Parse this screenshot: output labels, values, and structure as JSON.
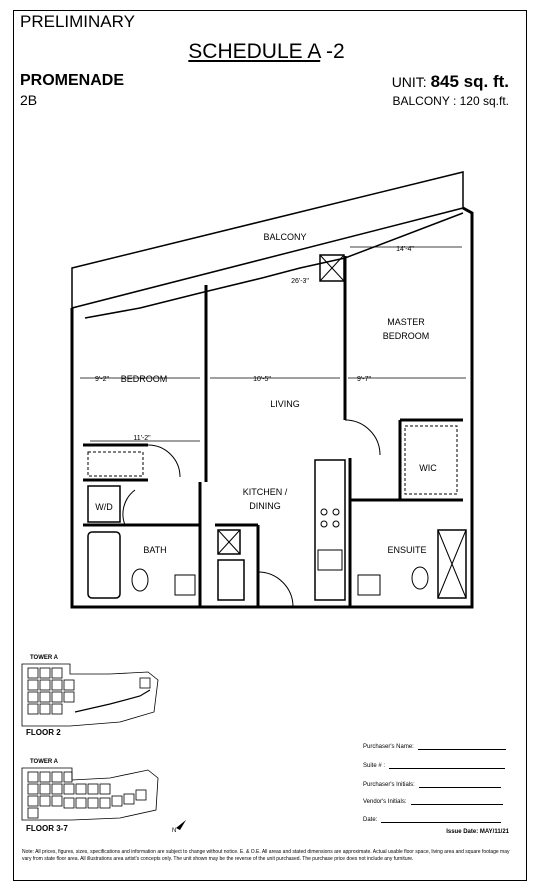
{
  "header": {
    "preliminary": "PRELIMINARY",
    "schedule_main": "SCHEDULE A",
    "schedule_suffix": " -2",
    "model_name": "PROMENADE",
    "suite_type": "2B",
    "unit_label": "UNIT: ",
    "unit_value": "845 sq. ft.",
    "balcony_area": "BALCONY : 120 sq.ft."
  },
  "rooms": {
    "balcony": "BALCONY",
    "master_bedroom_1": "MASTER",
    "master_bedroom_2": "BEDROOM",
    "bedroom": "BEDROOM",
    "living": "LIVING",
    "kitchen_1": "KITCHEN /",
    "kitchen_2": "DINING",
    "wd": "W/D",
    "bath": "BATH",
    "wic": "WIC",
    "ensuite": "ENSUITE"
  },
  "dimensions": {
    "balcony_width": "26'-3\"",
    "master_top": "14'-4\"",
    "bedroom_width": "9'-2\"",
    "living_width": "10'-5\"",
    "master_width": "9'-7\"",
    "bedroom_depth": "11'-2\""
  },
  "key_plans": {
    "tower_a_1": "TOWER A",
    "floor_2": "FLOOR 2",
    "tower_a_2": "TOWER A",
    "floor_3_7": "FLOOR 3-7",
    "north": "N"
  },
  "form": {
    "purchaser_name": "Purchaser's Name:",
    "suite_no": "Suite # :",
    "purchaser_initials": "Purchaser's Initials:",
    "vendor_initials": "Vendor's Initials:",
    "date": "Date:",
    "issue_date": "Issue Date:  MAY/11/21"
  },
  "note": "Note: All prices, figures, sizes, specifications and information are subject to change without notice.  E. & O.E. All areas and stated dimensions are approximate.  Actual usable floor space, living area and square footage may vary from state floor area.  All illustrations area artist's concepts only.  The unit shown may be the reverse of the unit purchased.  The purchase price does not include any furniture."
}
